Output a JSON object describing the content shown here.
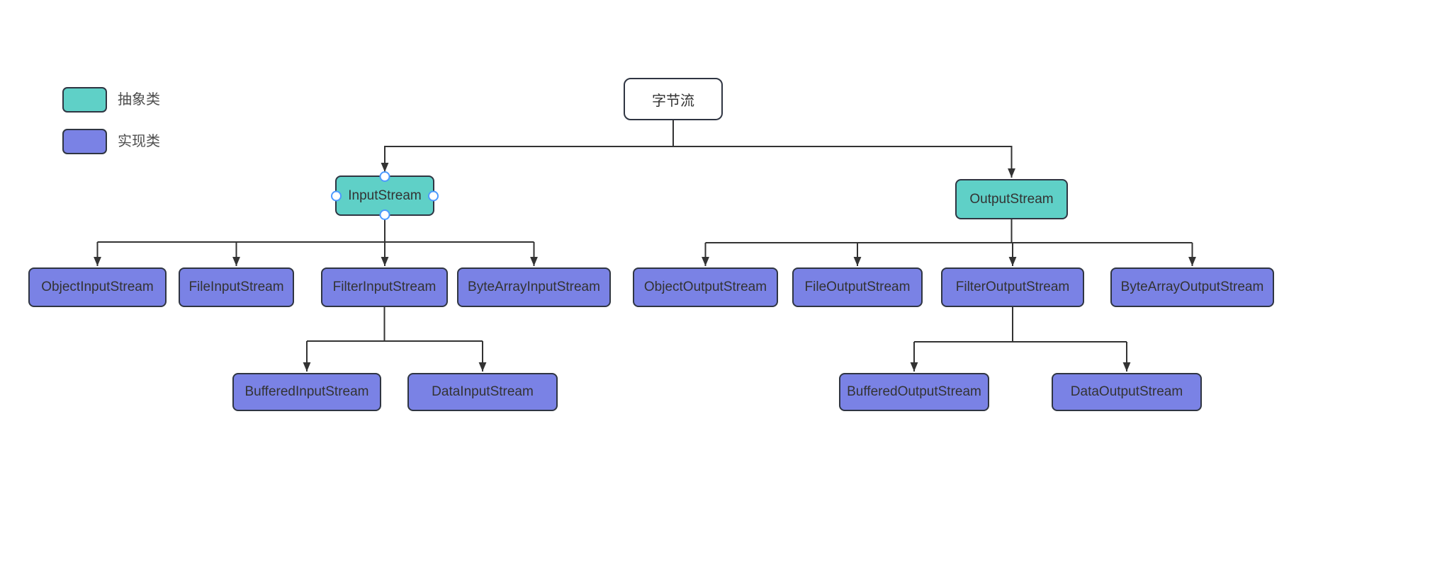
{
  "legend": {
    "items": [
      {
        "label": "抽象类",
        "type": "abstract"
      },
      {
        "label": "实现类",
        "type": "concrete"
      }
    ]
  },
  "nodes": [
    {
      "id": "root",
      "label": "字节流",
      "type": "root",
      "parent": null
    },
    {
      "id": "input-stream",
      "label": "InputStream",
      "type": "abstract",
      "parent": "root",
      "selected": true
    },
    {
      "id": "output-stream",
      "label": "OutputStream",
      "type": "abstract",
      "parent": "root"
    },
    {
      "id": "object-input-stream",
      "label": "ObjectInputStream",
      "type": "concrete",
      "parent": "input-stream"
    },
    {
      "id": "file-input-stream",
      "label": "FileInputStream",
      "type": "concrete",
      "parent": "input-stream"
    },
    {
      "id": "filter-input-stream",
      "label": "FilterInputStream",
      "type": "concrete",
      "parent": "input-stream"
    },
    {
      "id": "byte-array-input-stream",
      "label": "ByteArrayInputStream",
      "type": "concrete",
      "parent": "input-stream"
    },
    {
      "id": "object-output-stream",
      "label": "ObjectOutputStream",
      "type": "concrete",
      "parent": "output-stream"
    },
    {
      "id": "file-output-stream",
      "label": "FileOutputStream",
      "type": "concrete",
      "parent": "output-stream"
    },
    {
      "id": "filter-output-stream",
      "label": "FilterOutputStream",
      "type": "concrete",
      "parent": "output-stream"
    },
    {
      "id": "byte-array-output-stream",
      "label": "ByteArrayOutputStream",
      "type": "concrete",
      "parent": "output-stream"
    },
    {
      "id": "buffered-input-stream",
      "label": "BufferedInputStream",
      "type": "concrete",
      "parent": "filter-input-stream"
    },
    {
      "id": "data-input-stream",
      "label": "DataInputStream",
      "type": "concrete",
      "parent": "filter-input-stream"
    },
    {
      "id": "buffered-output-stream",
      "label": "BufferedOutputStream",
      "type": "concrete",
      "parent": "filter-output-stream"
    },
    {
      "id": "data-output-stream",
      "label": "DataOutputStream",
      "type": "concrete",
      "parent": "filter-output-stream"
    }
  ],
  "colors": {
    "abstract_fill": "#5FD0C7",
    "concrete_fill": "#7A82E5",
    "root_fill": "#FFFFFF",
    "node_border": "#2F3542",
    "connector": "#333333",
    "selection_handle": "#4C9AFF",
    "node_text": "#333333",
    "legend_text": "#4D4D4D",
    "canvas_bg": "#FFFFFF"
  }
}
